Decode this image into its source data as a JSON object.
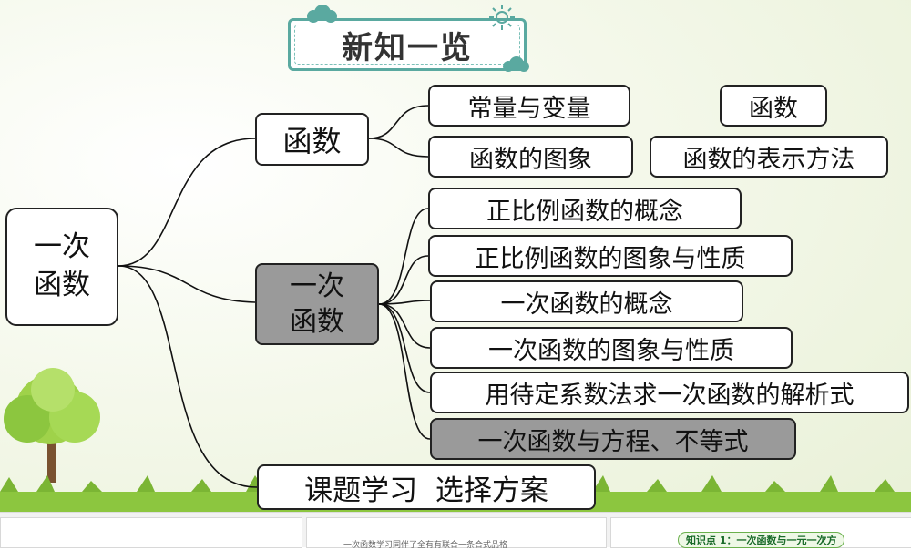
{
  "title": "新知一览",
  "root": "一次\n函数",
  "branch_function": {
    "label": "函数",
    "children": [
      "常量与变量",
      "函数的图象"
    ],
    "related": [
      "函数",
      "函数的表示方法"
    ]
  },
  "branch_linear": {
    "label": "一次\n函数",
    "children": [
      "正比例函数的概念",
      "正比例函数的图象与性质",
      "一次函数的概念",
      "一次函数的图象与性质",
      "用待定系数法求一次函数的解析式",
      "一次函数与方程、不等式"
    ]
  },
  "branch_project": {
    "label": "课题学习  选择方案"
  },
  "footer": {
    "thumb_note": "一次函数学习同伴了全有有联合一条合式品格",
    "tag": "知识点 1：一次函数与一元一次方"
  },
  "colors": {
    "highlight": "#9a9a9a",
    "banner": "#5aa9a0",
    "tree": "#8cc63f"
  }
}
